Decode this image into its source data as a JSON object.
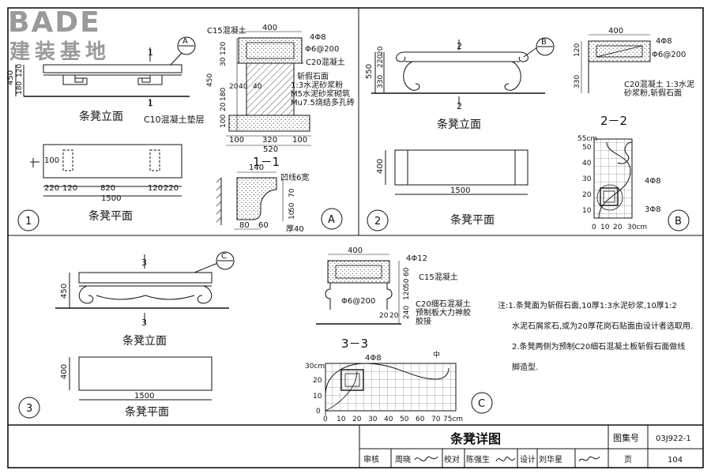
{
  "brand": {
    "logo": "BADE",
    "subtitle": "建装基地"
  },
  "title_block": {
    "drawing_title": "条凳详图",
    "atlas_label": "图集号",
    "atlas_number": "03J922-1",
    "review_label": "审核",
    "reviewer": "周晓",
    "check_label": "校对",
    "checker": "陈强生",
    "design_label": "设计",
    "designer": "刘华星",
    "page_label": "页",
    "page_number": "104"
  },
  "bench1": {
    "number": "1",
    "elevation_title": "条凳立面",
    "plan_title": "条凳平面",
    "detail_tag": "A",
    "section_mark": "1",
    "dim_450": "450",
    "dim_120": "120",
    "dim_180": "180",
    "plan_dim_100": "100",
    "plan_dims": [
      "220",
      "120",
      "820",
      "120",
      "220"
    ],
    "plan_total": "1500",
    "base_note": "C10混凝土垫层"
  },
  "section11": {
    "title": "1－1",
    "concrete": "C15混凝土",
    "width_top": "400",
    "rebar": "4Φ8",
    "stirrup": "Φ6@200",
    "slab": "C20混凝土",
    "dims_left": [
      "120",
      "30",
      "450",
      "180",
      "20",
      "100"
    ],
    "dims_mid": [
      "20",
      "40",
      "40"
    ],
    "note_lines": [
      "斩假石面",
      "1:3水泥砂浆粉",
      "M5水泥砂浆砌筑",
      "Mu7.5烧结多孔砖"
    ],
    "bottom_dims": [
      "100",
      "320",
      "100"
    ],
    "bottom_total": "520"
  },
  "detailA": {
    "tag": "A",
    "dim_top": "140",
    "dims_bottom": [
      "80",
      "60"
    ],
    "dims_right": [
      "50",
      "70",
      "10"
    ],
    "groove": "凹线6宽",
    "thickness": "厚40"
  },
  "bench2": {
    "number": "2",
    "elevation_title": "条凳立面",
    "plan_title": "条凳平面",
    "detail_tag": "B",
    "section_mark": "2",
    "dim_550": "550",
    "dim_330": "330",
    "dim_220": "220",
    "dim_20": "20",
    "plan_width": "400",
    "plan_total": "1500"
  },
  "section22": {
    "title": "2－2",
    "width_top": "400",
    "rebar": "4Φ8",
    "stirrup": "Φ6@200",
    "dim_120": "120",
    "dim_330": "330",
    "note_lines": [
      "C20混凝土 1:3水泥",
      "砂浆粉,斩假石面"
    ]
  },
  "detailB": {
    "tag": "B",
    "unit": "55cm",
    "y_ticks": [
      "50",
      "40",
      "30",
      "20",
      "10"
    ],
    "x_ticks": [
      "0",
      "10",
      "20",
      "30cm"
    ],
    "rebar": "4Φ8",
    "stirrup": "3Φ8"
  },
  "bench3": {
    "number": "3",
    "elevation_title": "条凳立面",
    "plan_title": "条凳平面",
    "detail_tag": "C",
    "section_mark": "3",
    "dim_450": "450",
    "plan_width": "400",
    "plan_total": "1500"
  },
  "section33": {
    "title": "3－3",
    "width_top": "400",
    "rebar": "4Φ12",
    "concrete": "C15混凝土",
    "stirrup": "Φ6@200",
    "dims_right": [
      "60",
      "50",
      "120",
      "240"
    ],
    "dims_bottom": [
      "20",
      "20"
    ],
    "note_lines": [
      "C20细石混凝土",
      "预制板大力神胶",
      "胶接"
    ]
  },
  "detailC": {
    "tag": "C",
    "unit": "30cm",
    "y_ticks": [
      "20",
      "10",
      "0"
    ],
    "x_ticks": [
      "0",
      "10",
      "20",
      "30",
      "40",
      "50",
      "60",
      "70",
      "75cm"
    ],
    "rebar": "4Φ8",
    "mark": "中"
  },
  "notes": {
    "line1": "注:1.条凳面为斩假石面,10厚1:3水泥砂浆,10厚1:2",
    "line2": "水泥石屑浆石,或为20厚花岗石贴面由设计者选取用.",
    "line3": "2.条凳两侧为预制C20细石混凝土板斩假石面做线",
    "line4": "脚造型."
  }
}
